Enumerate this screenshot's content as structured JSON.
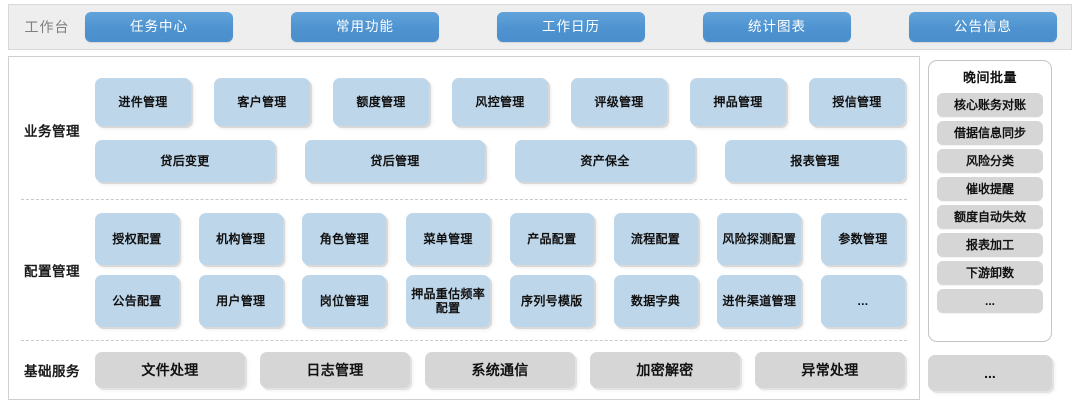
{
  "header": {
    "workbench_label": "工作台",
    "tabs": [
      {
        "label": "任务中心"
      },
      {
        "label": "常用功能"
      },
      {
        "label": "工作日历"
      },
      {
        "label": "统计图表"
      },
      {
        "label": "公告信息"
      }
    ]
  },
  "sections": [
    {
      "id": "business",
      "label": "业务管理",
      "rows": [
        {
          "tiles": [
            {
              "label": "进件管理"
            },
            {
              "label": "客户管理"
            },
            {
              "label": "额度管理"
            },
            {
              "label": "风控管理"
            },
            {
              "label": "评级管理"
            },
            {
              "label": "押品管理"
            },
            {
              "label": "授信管理"
            }
          ]
        },
        {
          "tiles": [
            {
              "label": "贷后变更"
            },
            {
              "label": "贷后管理"
            },
            {
              "label": "资产保全"
            },
            {
              "label": "报表管理"
            }
          ]
        }
      ]
    },
    {
      "id": "config",
      "label": "配置管理",
      "rows": [
        {
          "tiles": [
            {
              "label": "授权配置"
            },
            {
              "label": "机构管理"
            },
            {
              "label": "角色管理"
            },
            {
              "label": "菜单管理"
            },
            {
              "label": "产品配置"
            },
            {
              "label": "流程配置"
            },
            {
              "label": "风险探测配置"
            },
            {
              "label": "参数管理"
            }
          ]
        },
        {
          "tiles": [
            {
              "label": "公告配置"
            },
            {
              "label": "用户管理"
            },
            {
              "label": "岗位管理"
            },
            {
              "label": "押品重估频率配置"
            },
            {
              "label": "序列号模版"
            },
            {
              "label": "数据字典"
            },
            {
              "label": "进件渠道管理"
            },
            {
              "label": "..."
            }
          ]
        }
      ]
    },
    {
      "id": "basic",
      "label": "基础服务",
      "rows": [
        {
          "tiles": [
            {
              "label": "文件处理"
            },
            {
              "label": "日志管理"
            },
            {
              "label": "系统通信"
            },
            {
              "label": "加密解密"
            },
            {
              "label": "异常处理"
            }
          ]
        }
      ]
    }
  ],
  "batch_panel": {
    "title": "晚间批量",
    "items": [
      {
        "label": "核心账务对账"
      },
      {
        "label": "借据信息同步"
      },
      {
        "label": "风险分类"
      },
      {
        "label": "催收提醒"
      },
      {
        "label": "额度自动失效"
      },
      {
        "label": "报表加工"
      },
      {
        "label": "下游卸数"
      },
      {
        "label": "..."
      }
    ],
    "more_label": "..."
  },
  "colors": {
    "header_bg": "#eeeeee",
    "tab_blue": "#4e93d0",
    "tile_blue": "#bed6ea",
    "tile_grey": "#d6d6d6",
    "panel_border": "#d0d0d0",
    "divider": "#c9c9c9"
  }
}
